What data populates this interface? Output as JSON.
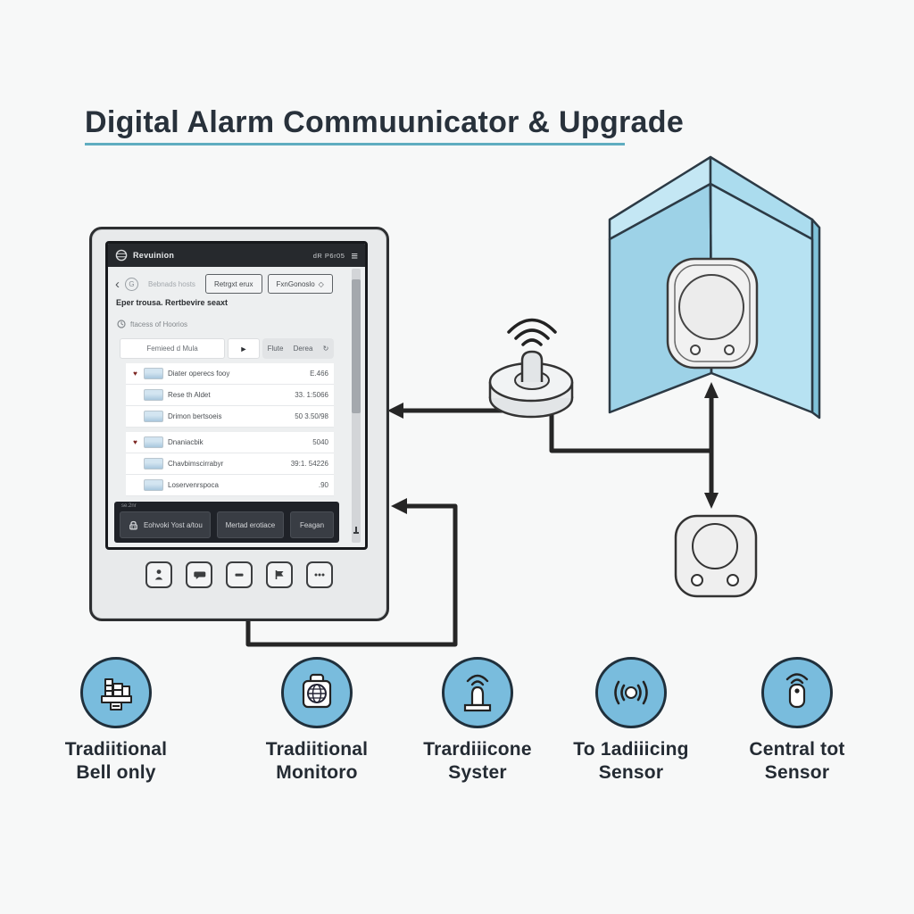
{
  "title": "Digital Alarm Commuunicator & Upgrade",
  "icons": {
    "heart": "♥",
    "back": "‹",
    "g_badge": "G",
    "diamond": "◇",
    "go_arrow": "►",
    "refresh": "↻",
    "hamburger": "≡"
  },
  "tablet": {
    "topbar": {
      "brand": "Revuinion",
      "right_text": "dR  P6r05"
    },
    "nav": {
      "crumb": "Bebnads hosts",
      "button1": "Retrgxt erux",
      "button2": "FxnGonoslo"
    },
    "heading": "Eper trousa. Rertbevire seaxt",
    "subheading": "ftacess of Hoorios",
    "search": {
      "value": "Femieed d Mula",
      "option1": "Flute",
      "option2": "Derea"
    },
    "rows": [
      {
        "fav": "♥",
        "name": "Diater operecs fooy",
        "value": "E.466"
      },
      {
        "fav": "",
        "name": "Rese th Aldet",
        "value": "33. 1:5066"
      },
      {
        "fav": "",
        "name": "Drimon bertsoeis",
        "value": "50 3.50/98"
      },
      {
        "fav": "♥",
        "name": "Dnaniacbik",
        "value": "5040"
      },
      {
        "fav": "",
        "name": "Chavbimscirrabyr",
        "value": "39:1. 54226"
      },
      {
        "fav": "",
        "name": "Loservenrspoca",
        "value": ".90"
      }
    ],
    "footer": {
      "tiny": "se.2nr",
      "button1": "Eohvoki Yost a/tou",
      "button2": "Mertad erotiace",
      "button3": "Feagan"
    },
    "hw_buttons": [
      "person-icon",
      "chat-icon",
      "minus-icon",
      "flag-icon",
      "ellipsis-icon"
    ]
  },
  "legend": [
    {
      "icon": "blocks-icon",
      "line1": "Tradiitional",
      "line2": "Bell only"
    },
    {
      "icon": "bag-globe-icon",
      "line1": "Tradiitional",
      "line2": "Monitoro"
    },
    {
      "icon": "beacon-icon",
      "line1": "Trardiiicone",
      "line2": "Syster"
    },
    {
      "icon": "radiating-dot-icon",
      "line1": "To 1adiiicing",
      "line2": "Sensor"
    },
    {
      "icon": "keyfob-icon",
      "line1": "Central tot",
      "line2": "Sensor"
    }
  ],
  "colors": {
    "title_underline": "#5fadc0",
    "wall_blue": "#a5d8ec",
    "legend_circle": "#79bcdd",
    "arrow": "#262626",
    "screen_dark_bar": "#26292d"
  }
}
